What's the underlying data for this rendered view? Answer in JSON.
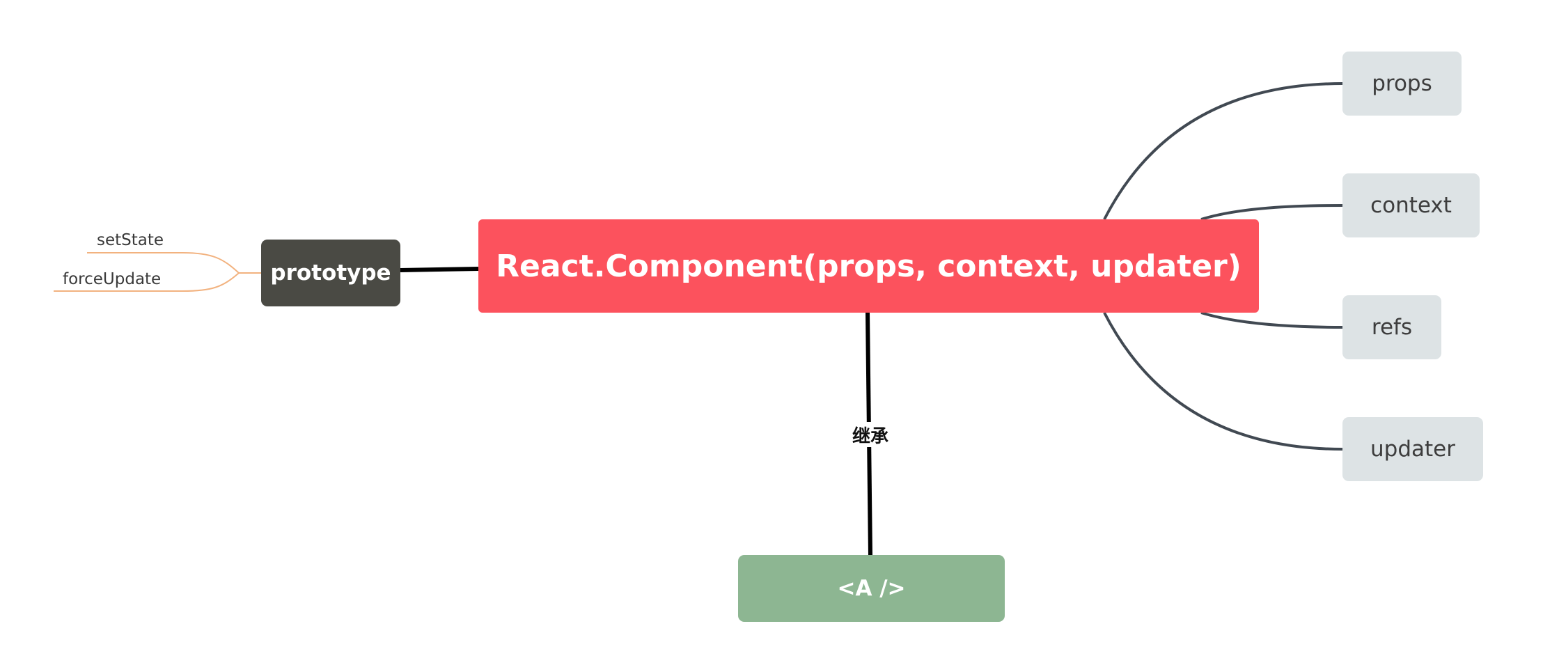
{
  "diagram": {
    "central_node": {
      "label": "React.Component(props, context, updater)",
      "color": "#fc525d"
    },
    "prototype_node": {
      "label": "prototype",
      "color": "#4a4a44"
    },
    "prototype_methods": [
      "setState",
      "forceUpdate"
    ],
    "attribute_nodes": [
      "props",
      "context",
      "refs",
      "updater"
    ],
    "attribute_color": "#dde3e5",
    "child_node": {
      "label": "<A />",
      "color": "#8db692"
    },
    "inheritance_edge_label": "继承",
    "branch_line_color": "#414952",
    "method_line_color": "#f2b27f"
  }
}
